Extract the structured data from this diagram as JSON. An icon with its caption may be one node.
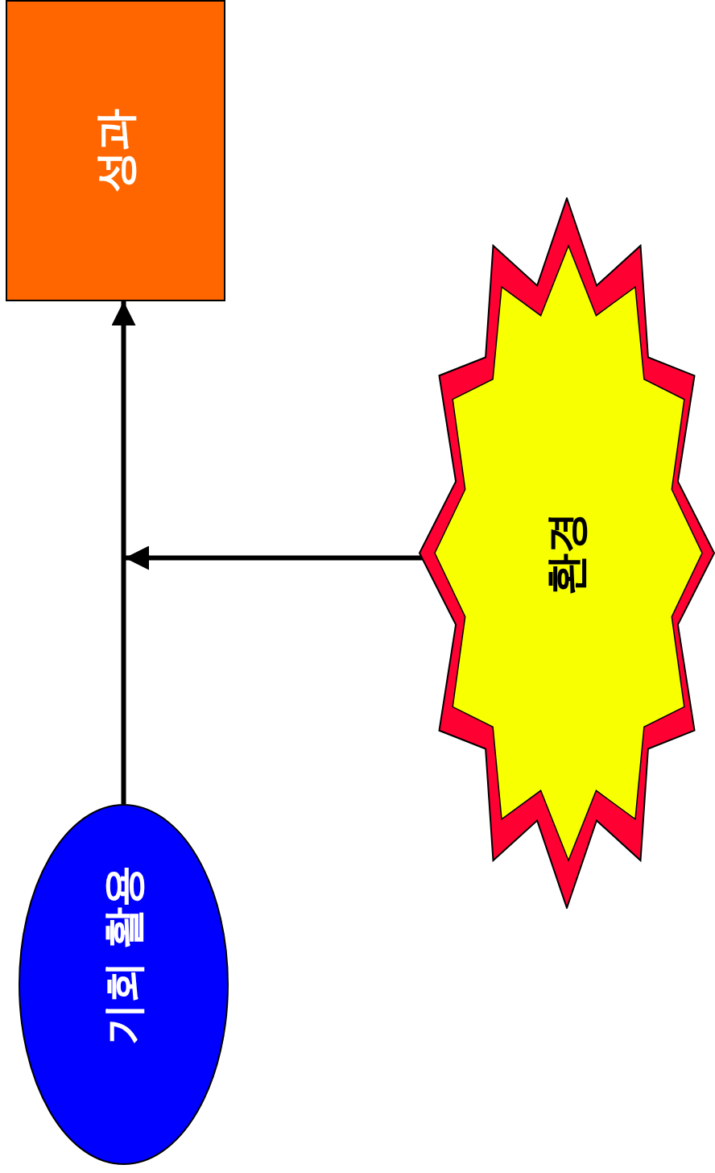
{
  "diagram": {
    "nodes": [
      {
        "text": [
          "성과"
        ]
      },
      {
        "text": [
          "환경"
        ]
      },
      {
        "text": [
          "기회 활용"
        ]
      }
    ],
    "edges": [
      {
        "from": 2,
        "to": 0,
        "arrow": "to"
      },
      {
        "from": 1,
        "to": null,
        "arrow": "to"
      }
    ]
  }
}
